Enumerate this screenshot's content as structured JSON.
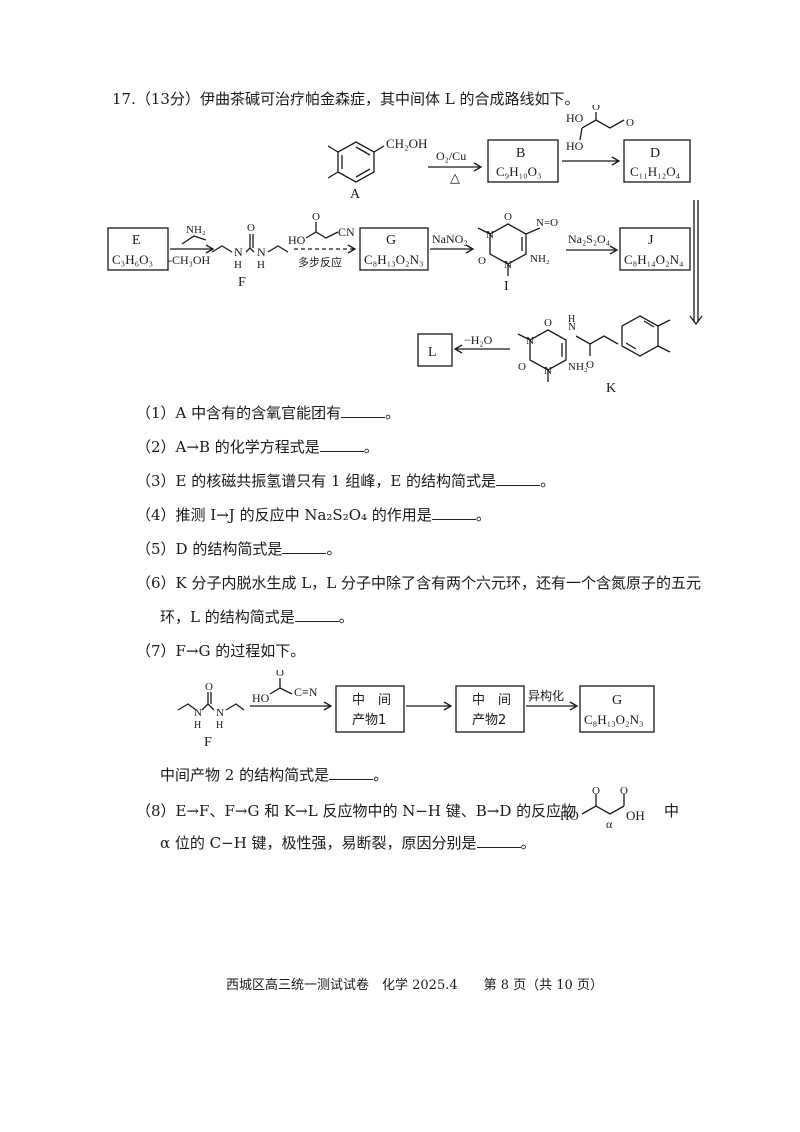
{
  "header": {
    "number": "17.",
    "score": "（13分）",
    "text": "伊曲茶碱可治疗帕金森症，其中间体 L 的合成路线如下。"
  },
  "scheme": {
    "A": {
      "label": "A",
      "group": "CH₂OH"
    },
    "arrow_AB": {
      "reagent": "O₂/Cu",
      "condition": "△"
    },
    "B": {
      "label": "B",
      "formula": "C₉H₁₀O₃"
    },
    "malonic": {
      "ho1": "HO",
      "ho2": "HO",
      "o1": "O",
      "o2": "O"
    },
    "D": {
      "label": "D",
      "formula": "C₁₁H₁₂O₄"
    },
    "E": {
      "label": "E",
      "formula": "C₃H₆O₃"
    },
    "arrow_EF": {
      "nh2": "NH₂",
      "alcohol": "-CH₃OH"
    },
    "F": {
      "label": "F",
      "o": "O",
      "n1": "N",
      "h1": "H",
      "n2": "N",
      "h2": "H"
    },
    "arrow_FG": {
      "ho": "HO",
      "o": "O",
      "cn": "CN",
      "note": "多步反应"
    },
    "G": {
      "label": "G",
      "formula": "C₈H₁₃O₂N₃"
    },
    "arrow_GI": {
      "reagent": "NaNO₂"
    },
    "I": {
      "label": "I",
      "o1": "O",
      "o2": "O",
      "n1": "N",
      "n2": "N",
      "nh2": "NH₂",
      "no": "N=O"
    },
    "arrow_IJ": {
      "reagent": "Na₂S₂O₄"
    },
    "J": {
      "label": "J",
      "formula": "C₈H₁₄O₂N₄"
    },
    "K": {
      "label": "K",
      "o1": "O",
      "o2": "O",
      "o3": "O",
      "n1": "N",
      "n2": "N",
      "nh": "N",
      "h": "H",
      "nh2": "NH₂"
    },
    "L": {
      "label": "L"
    },
    "arrow_KL": {
      "reagent": "−H₂O"
    }
  },
  "questions": {
    "q1": "（1）A 中含有的含氧官能团有",
    "q2": "（2）A→B 的化学方程式是",
    "q3": "（3）E 的核磁共振氢谱只有 1 组峰，E 的结构简式是",
    "q4": "（4）推测 I→J 的反应中 Na₂S₂O₄ 的作用是",
    "q5": "（5）D 的结构简式是",
    "q6a": "（6）K 分子内脱水生成 L，L 分子中除了含有两个六元环，还有一个含氮原子的五元",
    "q6b": "环，L 的结构简式是",
    "q7": "（7）F→G 的过程如下。",
    "q7_answer": "中间产物 2 的结构简式是",
    "q8a": "（8）E→F、F→G 和 K→L 反应物中的 N−H 键、B→D 的反应物",
    "q8_zhong": "中",
    "q8b": "α 位的 C−H 键，极性强，易断裂，原因分别是",
    "period": "。"
  },
  "scheme2": {
    "F": {
      "label": "F",
      "o": "O",
      "n1": "N",
      "h1": "H",
      "n2": "N",
      "h2": "H"
    },
    "reagent": {
      "ho": "HO",
      "o": "O",
      "cn": "C≡N"
    },
    "box1": {
      "l1": "中　间",
      "l2": "产物1"
    },
    "box2": {
      "l1": "中　间",
      "l2": "产物2"
    },
    "isom": "异构化",
    "G": {
      "label": "G",
      "formula": "C₈H₁₃O₂N₃"
    }
  },
  "malonic_inline": {
    "ho": "HO",
    "oh": "OH",
    "o1": "O",
    "o2": "O",
    "alpha": "α"
  },
  "footer": "西城区高三统一测试试卷　化学 2025.4　　第 8 页（共 10 页）"
}
